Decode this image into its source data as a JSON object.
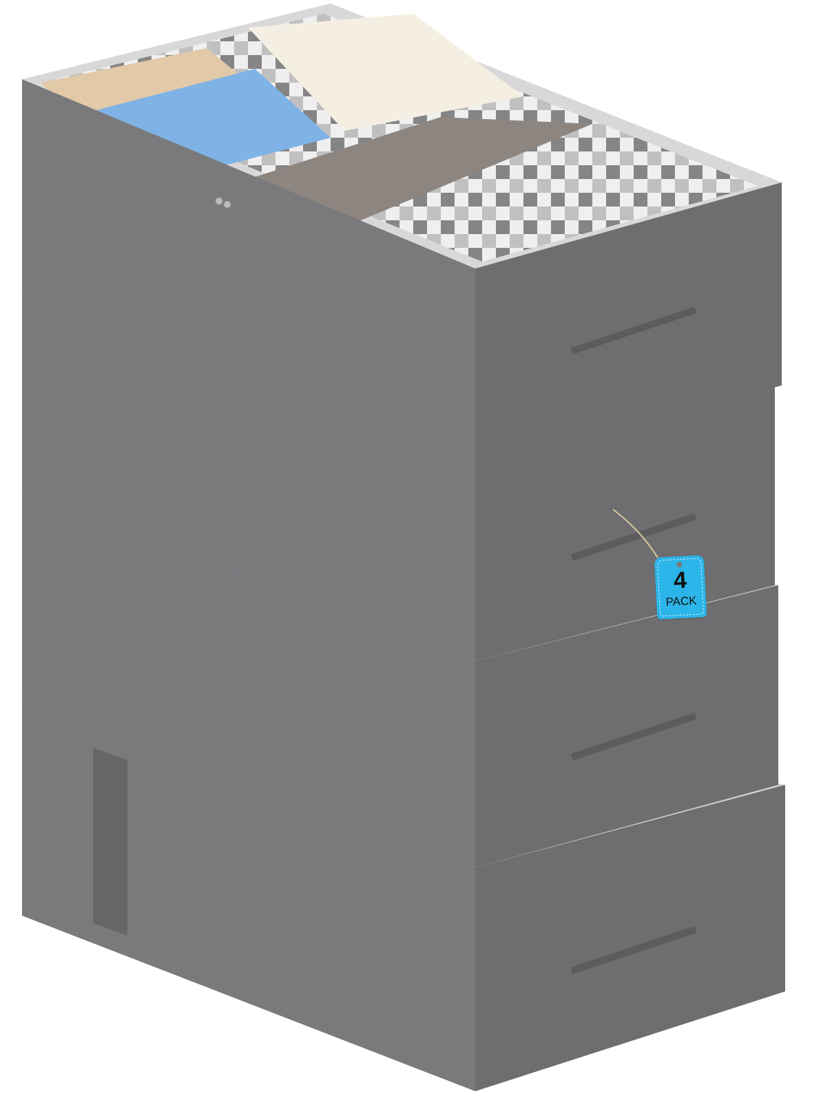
{
  "product": {
    "description": "Four gray fabric under-bed storage bags stacked, each with a clear top window, zipper, side handle and front strap",
    "bag_count": 4,
    "colors": {
      "fabric": "#7a7a7c",
      "fabric_dark": "#5e5e60",
      "trim": "#6c6c6e",
      "window": "#e8e9ea",
      "tag": "#2bb5e8"
    }
  },
  "tag": {
    "number": "4",
    "label": "PACK"
  }
}
